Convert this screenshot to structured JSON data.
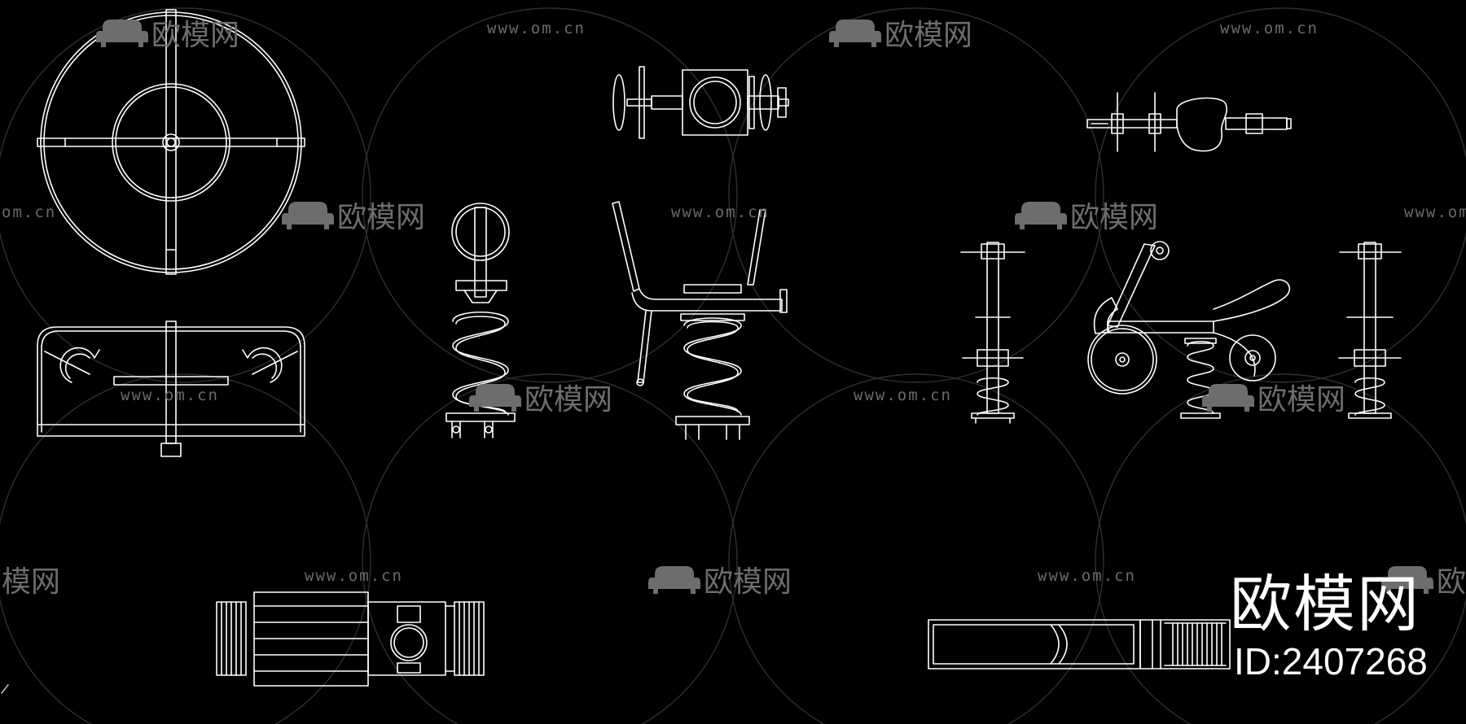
{
  "watermark": {
    "url_text": "www.om.cn",
    "url_text_left_crop": "om.cn",
    "logo_text": "欧模网",
    "logo_text_left_crop": "模网",
    "logo_icon": "sofa-icon"
  },
  "brand": {
    "logo_text": "欧模网",
    "id_text": "ID:2407268"
  },
  "colors": {
    "background": "#000000",
    "line": "#ffffff",
    "watermark": "#6a6a6a"
  }
}
